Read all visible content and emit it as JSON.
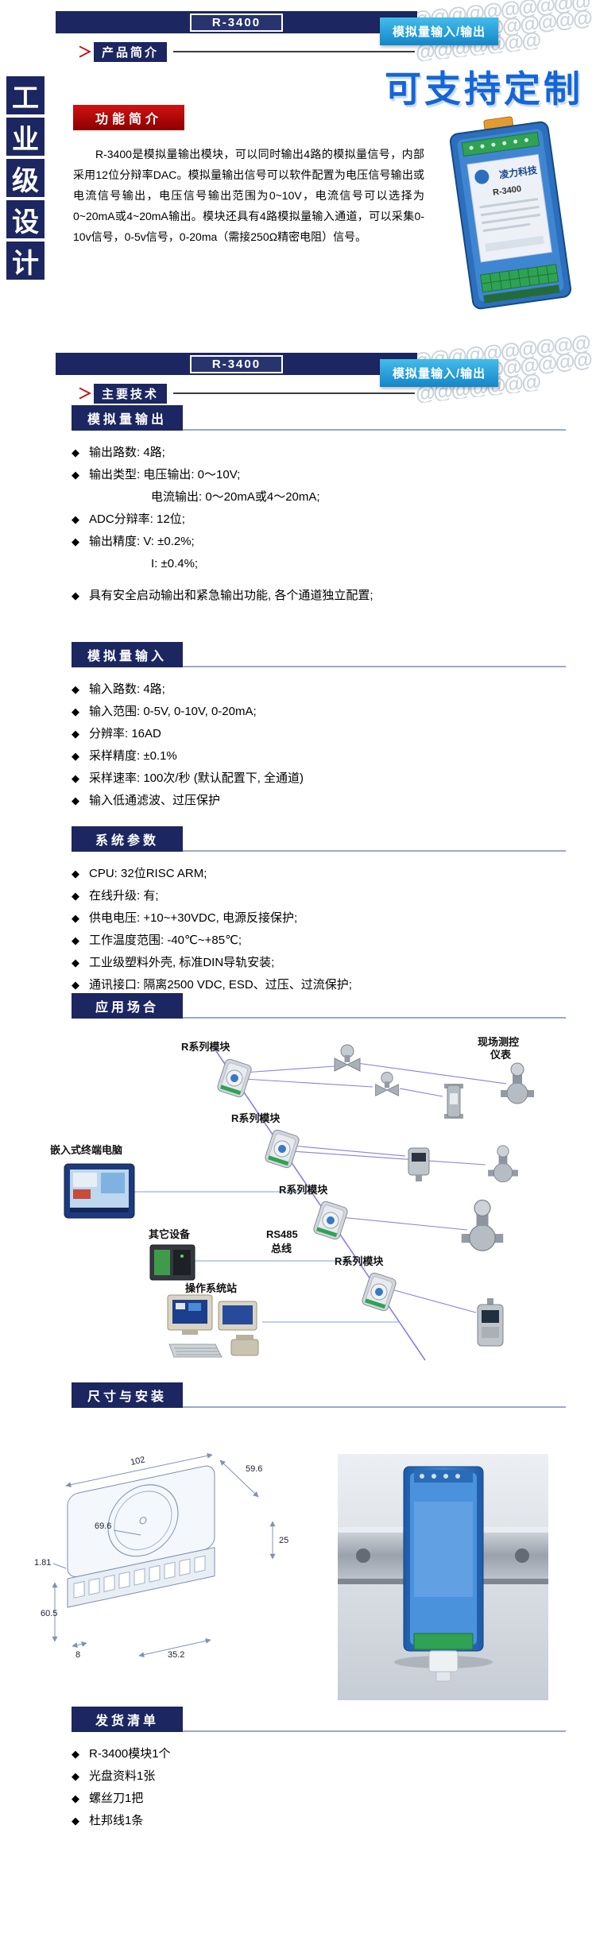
{
  "header1": {
    "model": "R-3400",
    "badge": "模拟量输入/输出",
    "arrow": "＞",
    "tab": "产品简介",
    "deco_pattern": "@@@@@@@@@@@@@@@@@@@@@@@@@@@"
  },
  "header2": {
    "model": "R-3400",
    "badge": "模拟量输入/输出",
    "arrow": "＞",
    "tab": "主要技术",
    "deco_pattern": "@@@@@@@@@@@@@@@@@@@@@@@@@@@"
  },
  "slogan": [
    "工",
    "业",
    "级",
    "设",
    "计"
  ],
  "intro": {
    "section_title": "功能简介",
    "headline": "可支持定制",
    "paragraph": "R-3400是模拟量输出模块，可以同时输出4路的模拟量信号，内部采用12位分辩率DAC。模拟量输出信号可以软件配置为电压信号输出或电流信号输出，电压信号输出范围为0~10V，电流信号可以选择为0~20mA或4~20mA输出。模块还具有4路模拟量输入通道，可以采集0-10v信号，0-5v信号，0-20ma（需接250Ω精密电阻）信号。",
    "module_brand": "凌力科技",
    "module_model": "R-3400"
  },
  "analog_output": {
    "title": "模拟量输出",
    "items": [
      {
        "m": "◆",
        "t": "输出路数: 4路;"
      },
      {
        "m": "◆",
        "t": "输出类型: 电压输出: 0～10V;"
      },
      {
        "m": "",
        "t": "电流输出:  0～20mA或4～20mA;",
        "ind": true
      },
      {
        "m": "◆",
        "t": "ADC分辩率: 12位;"
      },
      {
        "m": "◆",
        "t": "输出精度: V: ±0.2%;"
      },
      {
        "m": "",
        "t": "I: ±0.4%;",
        "ind": true
      },
      {
        "m": "◆",
        "t": "具有安全启动输出和紧急输出功能, 各个通道独立配置;",
        "gap": true
      }
    ]
  },
  "analog_input": {
    "title": "模拟量输入",
    "items": [
      {
        "m": "◆",
        "t": "输入路数: 4路;"
      },
      {
        "m": "◆",
        "t": "输入范围: 0-5V, 0-10V, 0-20mA;"
      },
      {
        "m": "◆",
        "t": "分辨率: 16AD"
      },
      {
        "m": "◆",
        "t": "采样精度: ±0.1%"
      },
      {
        "m": "◆",
        "t": "采样速率: 100次/秒 (默认配置下, 全通道)"
      },
      {
        "m": "◆",
        "t": "输入低通滤波、过压保护"
      }
    ]
  },
  "system_params": {
    "title": "系统参数",
    "items": [
      {
        "m": "◆",
        "t": "CPU: 32位RISC ARM;"
      },
      {
        "m": "◆",
        "t": "在线升级: 有;"
      },
      {
        "m": "◆",
        "t": "供电电压: +10~+30VDC, 电源反接保护;"
      },
      {
        "m": "◆",
        "t": "工作温度范围: -40℃~+85℃;"
      },
      {
        "m": "◆",
        "t": "工业级塑料外壳, 标准DIN导轨安装;"
      },
      {
        "m": "◆",
        "t": "通讯接口: 隔离2500 VDC, ESD、过压、过流保护;"
      }
    ]
  },
  "application": {
    "title": "应用场合",
    "labels": {
      "r_series": "R系列模块",
      "field_line1": "现场测控",
      "field_line2": "仪表",
      "embedded_pc": "嵌入式终端电脑",
      "other_devices": "其它设备",
      "rs485_line1": "RS485",
      "rs485_line2": "总线",
      "op_station": "操作系统站"
    }
  },
  "dimensions": {
    "title": "尺寸与安装",
    "dims": [
      "102",
      "59.6",
      "69.6",
      "25",
      "1.81",
      "35.2",
      "60.5",
      "8"
    ]
  },
  "packing": {
    "title": "发货清单",
    "items": [
      {
        "m": "◆",
        "t": "R-3400模块1个"
      },
      {
        "m": "◆",
        "t": "光盘资料1张"
      },
      {
        "m": "◆",
        "t": "螺丝刀1把"
      },
      {
        "m": "◆",
        "t": "杜邦线1条"
      }
    ]
  },
  "colors": {
    "navy": "#1c2660",
    "cyan_badge": "#1486c8",
    "red_header": "#b00000",
    "headline_blue": "#1565d6"
  }
}
